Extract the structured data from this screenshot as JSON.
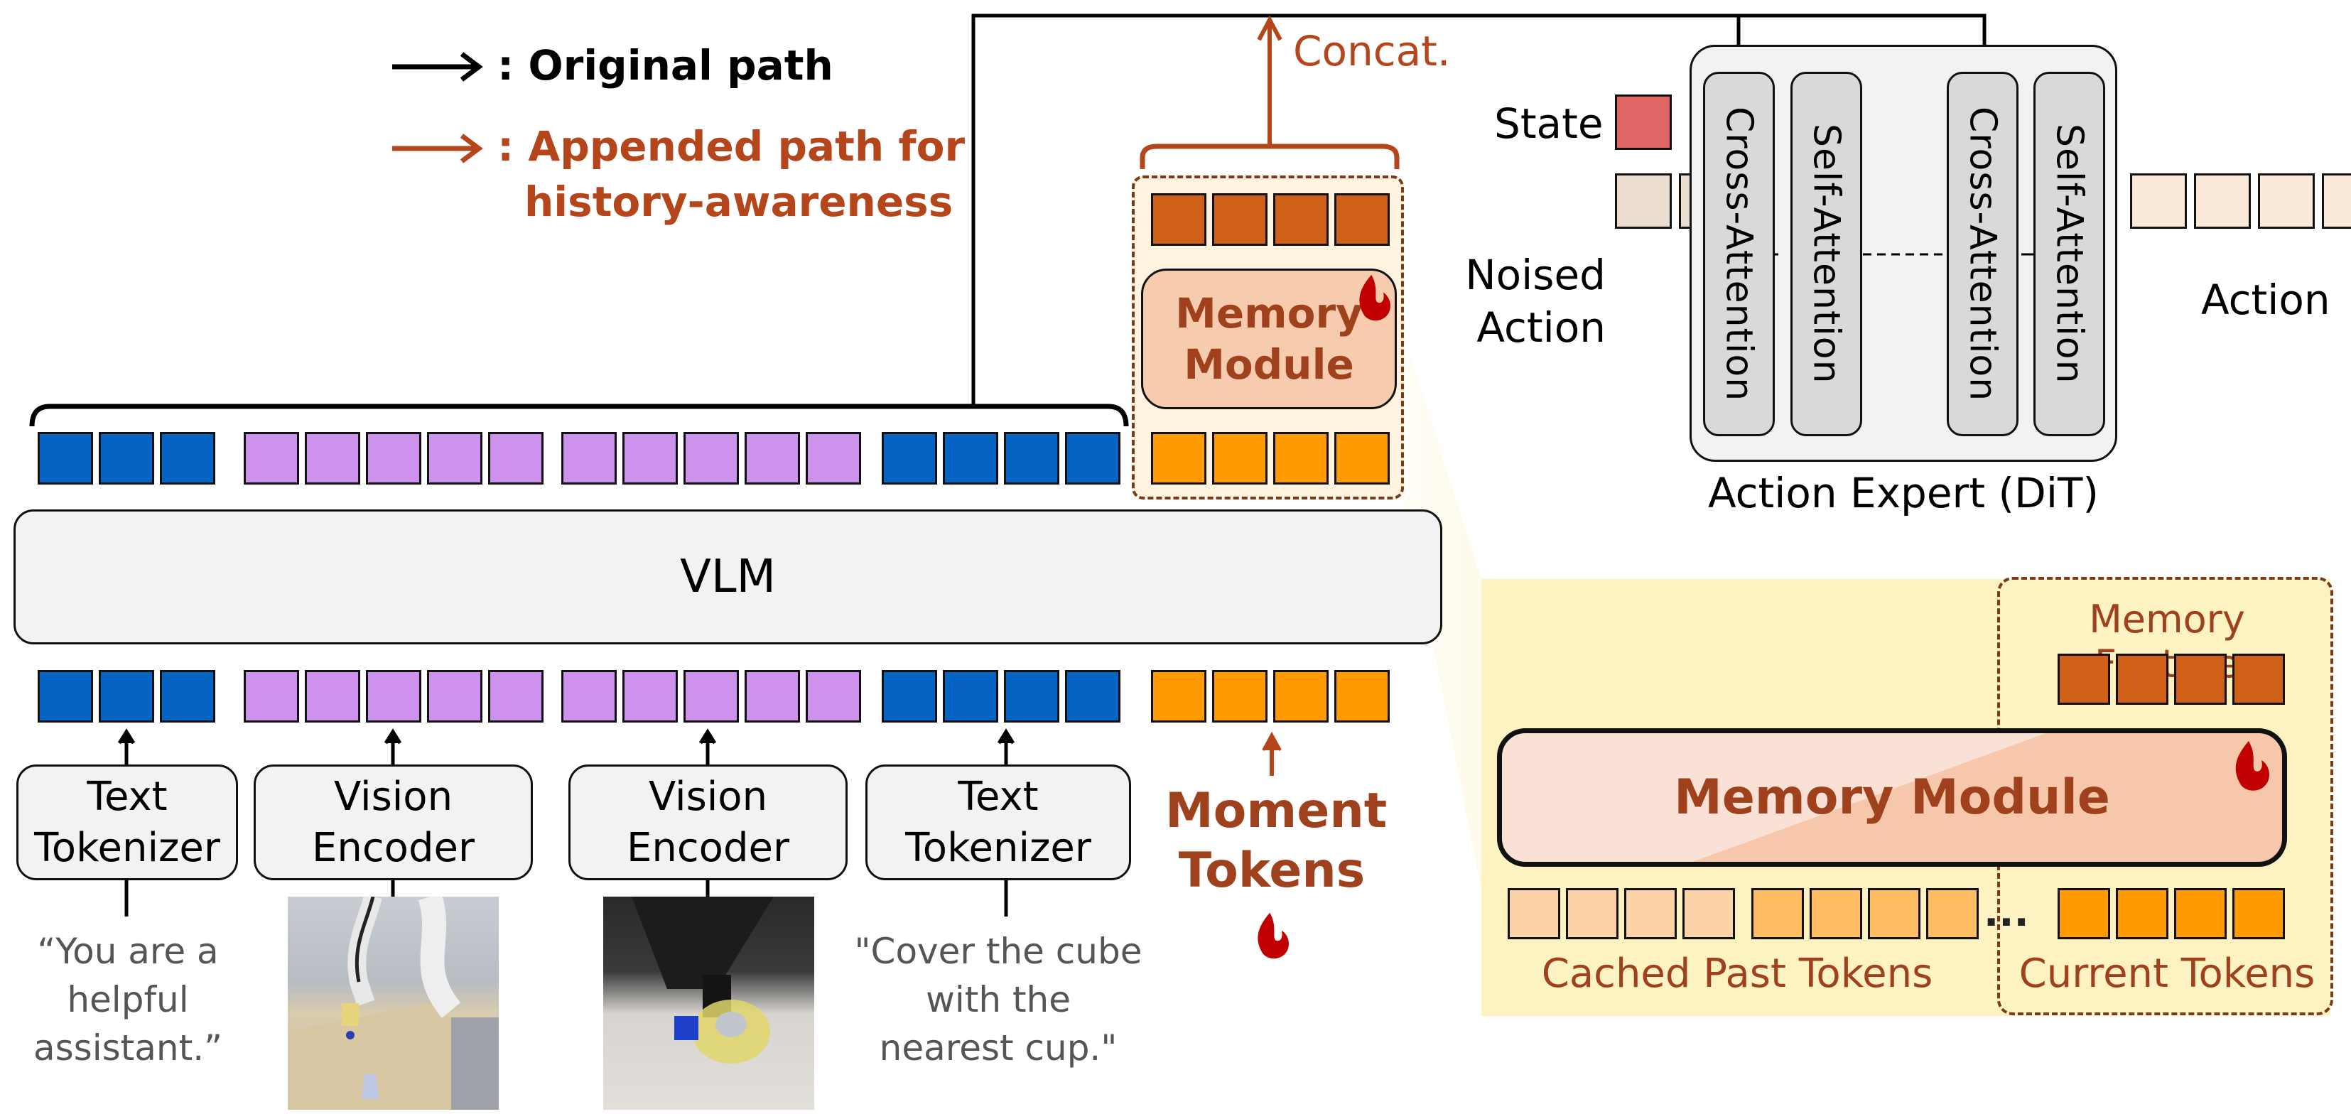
{
  "legend": {
    "original": ": Original path",
    "appended_line1": ": Appended path for",
    "appended_line2": "history-awareness",
    "colors": {
      "original": "#000000",
      "appended": "#B5451B"
    }
  },
  "concat_label": "Concat.",
  "vlm_label": "VLM",
  "encoders": [
    {
      "line1": "Text",
      "line2": "Tokenizer"
    },
    {
      "line1": "Vision",
      "line2": "Encoder"
    },
    {
      "line1": "Vision",
      "line2": "Encoder"
    },
    {
      "line1": "Text",
      "line2": "Tokenizer"
    }
  ],
  "inputs": {
    "system_prompt": [
      "“You are a",
      "helpful",
      "assistant.”"
    ],
    "instruction": [
      "\"Cover the cube",
      "with the",
      "nearest cup.\""
    ],
    "images": [
      "robot-arm-third-person-view",
      "gripper-wrist-camera-view"
    ]
  },
  "moment_tokens": {
    "line1": "Moment",
    "line2": "Tokens",
    "icon": "fire-icon"
  },
  "memory_module_small": {
    "line1": "Memory",
    "line2": "Module",
    "icon": "fire-icon"
  },
  "action_expert": {
    "title": "Action Expert (DiT)",
    "blocks": [
      "Cross-Attention",
      "Self-Attention",
      "Cross-Attention",
      "Self-Attention"
    ],
    "state_label": "State",
    "noised_label_line1": "Noised",
    "noised_label_line2": "Action",
    "output_label": "Action"
  },
  "detail_panel": {
    "memory_feature": "Memory Feature",
    "memory_module": "Memory Module",
    "cached_label": "Cached Past Tokens",
    "current_label": "Current Tokens",
    "ellipsis": "..."
  },
  "token_groups": {
    "text1": 3,
    "vision1": 5,
    "vision2": 5,
    "text2": 4,
    "moment": 4
  },
  "colors": {
    "text_token": "#0563C1",
    "vision_token": "#CC92EC",
    "moment_token": "#FF9A00",
    "memory_feature": "#D05F18",
    "state": "#E06666",
    "highlight_panel": "#FDF2C1"
  }
}
